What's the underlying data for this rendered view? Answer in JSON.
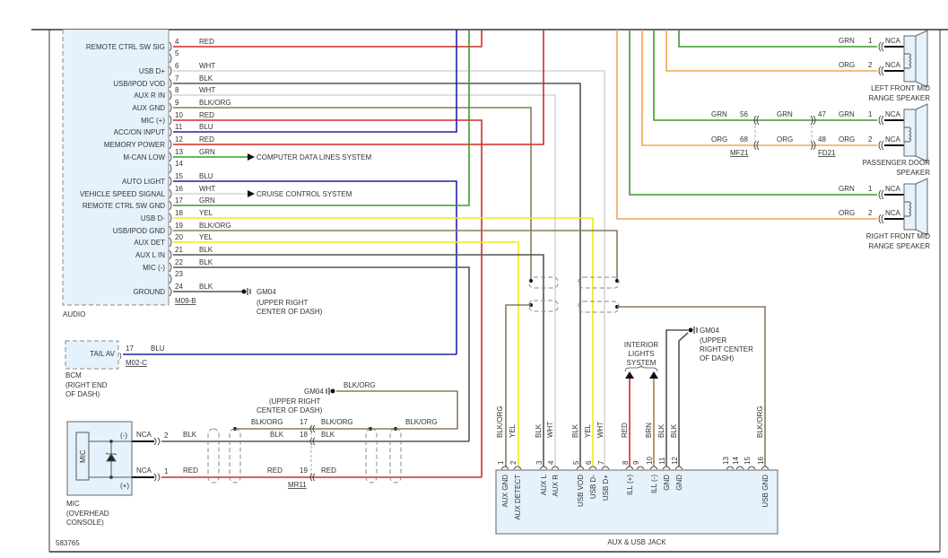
{
  "colors": {
    "RED": "#d42a2a",
    "BLU": "#1f22a8",
    "GRN": "#3c9a2c",
    "WHT": "#d6d6d6",
    "BLK": "#555555",
    "BLK/ORG": "#8c7a5e",
    "YEL": "#f2ea10",
    "ORG": "#f0a552",
    "BRN": "#9c8040"
  },
  "audio": {
    "name": "AUDIO",
    "connector": "M09-B",
    "pins": [
      {
        "num": "4",
        "label": "REMOTE CTRL SW SIG",
        "wire": "RED"
      },
      {
        "num": "5",
        "label": "",
        "wire": ""
      },
      {
        "num": "6",
        "label": "USB D+",
        "wire": "WHT"
      },
      {
        "num": "7",
        "label": "USB/IPOD VOD",
        "wire": "BLK"
      },
      {
        "num": "8",
        "label": "AUX R IN",
        "wire": "WHT"
      },
      {
        "num": "9",
        "label": "AUX GND",
        "wire": "BLK/ORG"
      },
      {
        "num": "10",
        "label": "MIC (+)",
        "wire": "RED"
      },
      {
        "num": "11",
        "label": "ACC/ON INPUT",
        "wire": "BLU"
      },
      {
        "num": "12",
        "label": "MEMORY POWER",
        "wire": "RED"
      },
      {
        "num": "13",
        "label": "M-CAN LOW",
        "wire": "GRN"
      },
      {
        "num": "14",
        "label": "",
        "wire": ""
      },
      {
        "num": "15",
        "label": "AUTO LIGHT",
        "wire": "BLU"
      },
      {
        "num": "16",
        "label": "VEHICLE SPEED SIGNAL",
        "wire": "WHT"
      },
      {
        "num": "17",
        "label": "REMOTE CTRL SW GND",
        "wire": "GRN"
      },
      {
        "num": "18",
        "label": "USB D-",
        "wire": "YEL"
      },
      {
        "num": "19",
        "label": "USB/IPOD GND",
        "wire": "BLK/ORG"
      },
      {
        "num": "20",
        "label": "AUX DET",
        "wire": "YEL"
      },
      {
        "num": "21",
        "label": "AUX L IN",
        "wire": "BLK"
      },
      {
        "num": "22",
        "label": "MIC (-)",
        "wire": "BLK"
      },
      {
        "num": "23",
        "label": "",
        "wire": ""
      },
      {
        "num": "24",
        "label": "GROUND",
        "wire": "BLK"
      }
    ],
    "refs": {
      "computer_data": "COMPUTER DATA LINES SYSTEM",
      "cruise": "CRUISE CONTROL SYSTEM"
    },
    "ground": {
      "id": "GM04",
      "loc1": "(UPPER RIGHT",
      "loc2": "CENTER OF DASH)"
    }
  },
  "bcm": {
    "pin_label": "TAIL AV",
    "pin": "17",
    "wire": "BLU",
    "connector": "M02-C",
    "name": "BCM",
    "loc1": "(RIGHT END",
    "loc2": "OF DASH)"
  },
  "mic": {
    "inner": "MIC",
    "minus": "(-)",
    "plus": "(+)",
    "name": "MIC",
    "loc1": "(OVERHEAD",
    "loc2": "CONSOLE)",
    "nca": "NCA",
    "pin_minus": "2",
    "pin_plus": "1",
    "wire_minus": "BLK",
    "wire_plus": "RED",
    "connector": "MR11",
    "mr_pins": [
      "17",
      "18",
      "19"
    ],
    "shield_wire": "BLK/ORG",
    "ground": {
      "id": "GM04",
      "loc1": "(UPPER RIGHT",
      "loc2": "CENTER OF DASH)"
    }
  },
  "jack": {
    "name": "AUX & USB JACK",
    "pins": [
      {
        "num": "1",
        "label": "AUX GND",
        "wire": "BLK/ORG"
      },
      {
        "num": "2",
        "label": "AUX DETECT",
        "wire": "YEL"
      },
      {
        "num": "3",
        "label": "AUX L",
        "wire": "BLK"
      },
      {
        "num": "4",
        "label": "AUX R",
        "wire": "WHT"
      },
      {
        "num": "5",
        "label": "USB VOD",
        "wire": "BLK"
      },
      {
        "num": "6",
        "label": "USB D-",
        "wire": "YEL"
      },
      {
        "num": "7",
        "label": "USB D+",
        "wire": "WHT"
      },
      {
        "num": "8",
        "label": "ILL (+)",
        "wire": "RED"
      },
      {
        "num": "9",
        "label": "",
        "wire": ""
      },
      {
        "num": "10",
        "label": "ILL (-)",
        "wire": "BRN"
      },
      {
        "num": "11",
        "label": "GND",
        "wire": "BLK"
      },
      {
        "num": "12",
        "label": "GND",
        "wire": "BLK"
      },
      {
        "num": "13",
        "label": "",
        "wire": ""
      },
      {
        "num": "14",
        "label": "",
        "wire": ""
      },
      {
        "num": "15",
        "label": "",
        "wire": ""
      },
      {
        "num": "16",
        "label": "USB GND",
        "wire": "BLK/ORG"
      }
    ],
    "interior": [
      "INTERIOR",
      "LIGHTS",
      "SYSTEM"
    ],
    "ground": {
      "id": "GM04",
      "loc1": "(UPPER",
      "loc2": "RIGHT CENTER",
      "loc3": "OF DASH)"
    }
  },
  "speakers": [
    {
      "name1": "LEFT FRONT MID",
      "name2": "RANGE SPEAKER",
      "pins": [
        {
          "num": "1",
          "wire": "GRN",
          "nca": "NCA"
        },
        {
          "num": "2",
          "wire": "ORG",
          "nca": "NCA"
        }
      ]
    },
    {
      "name1": "PASSENGER DOOR",
      "name2": "SPEAKER",
      "pins": [
        {
          "num": "1",
          "wire": "GRN",
          "nca": "NCA"
        },
        {
          "num": "2",
          "wire": "ORG",
          "nca": "NCA"
        }
      ],
      "inline": {
        "mf21": {
          "id": "MF21",
          "pins": [
            "56",
            "68"
          ],
          "wires": [
            "GRN",
            "ORG"
          ]
        },
        "mid_wires": [
          "GRN",
          "ORG"
        ],
        "fd21": {
          "id": "FD21",
          "pins": [
            "47",
            "48"
          ]
        }
      }
    },
    {
      "name1": "RIGHT FRONT MID",
      "name2": "RANGE SPEAKER",
      "pins": [
        {
          "num": "1",
          "wire": "GRN",
          "nca": "NCA"
        },
        {
          "num": "2",
          "wire": "ORG",
          "nca": "NCA"
        }
      ]
    }
  ],
  "figure_id": "583765"
}
